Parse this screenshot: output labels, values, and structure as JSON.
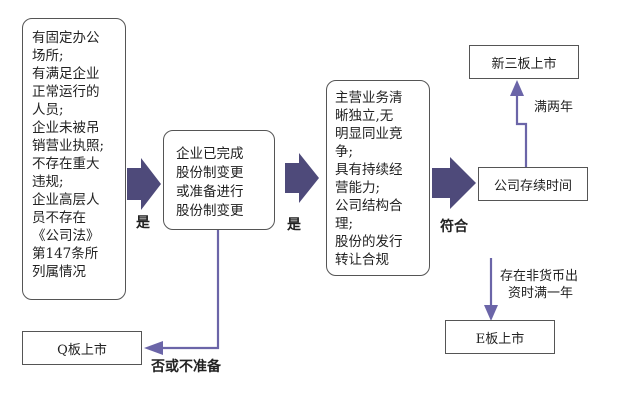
{
  "boxes": {
    "conditions": {
      "lines": [
        "有固定办公",
        "场所;",
        "有满足企业",
        "正常运行的",
        "人员;",
        "企业未被吊",
        "销营业执照;",
        "不存在重大",
        "违规;",
        "企业高层人",
        "员不存在",
        "《公司法》",
        "第147条所",
        "列属情况"
      ]
    },
    "shareholding": {
      "lines": [
        "企业已完成",
        "股份制变更",
        "或准备进行",
        "股份制变更"
      ]
    },
    "business": {
      "lines": [
        "主营业务清",
        "晰独立,无",
        "明显同业竞",
        "争;",
        "具有持续经",
        "营能力;",
        "公司结构合",
        "理;",
        "股份的发行",
        "转让合规"
      ]
    },
    "duration": {
      "label": "公司存续时间"
    },
    "neeq": {
      "label": "新三板上市"
    },
    "e_board": {
      "label": "E板上市"
    },
    "q_board": {
      "label": "Q板上市"
    }
  },
  "labels": {
    "yes_1": "是",
    "yes_2": "是",
    "meets": "符合",
    "no_or_not_ready": "否或不准备",
    "full_two_years": "满两年",
    "non_monetary_1": "存在非货币出",
    "non_monetary_2": "资时满一年"
  },
  "colors": {
    "arrow_fill": "#4e4a7a",
    "line": "#6b65a8",
    "border": "#555555"
  }
}
